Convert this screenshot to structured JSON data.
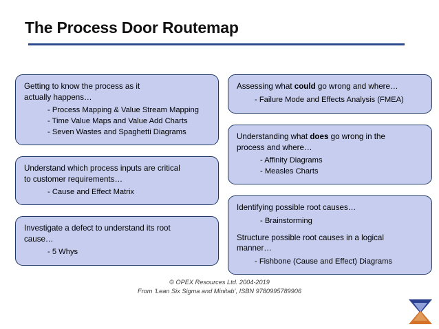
{
  "slide": {
    "title": "The Process Door Routemap",
    "accent_color": "#2e4a8e",
    "box_fill": "#c6cdee",
    "box_border": "#1f3864"
  },
  "left_column": [
    {
      "head_line1": "Getting to know the process as it",
      "head_line2": "actually happens…",
      "items": [
        "- Process Mapping & Value Stream Mapping",
        "- Time Value Maps and Value Add Charts",
        "- Seven Wastes and Spaghetti Diagrams"
      ]
    },
    {
      "head_line1": "Understand which process inputs are critical",
      "head_line2": "to customer requirements…",
      "items": [
        "- Cause and Effect Matrix"
      ]
    },
    {
      "head_line1": "Investigate a defect to understand its root",
      "head_line2": "cause…",
      "items": [
        "- 5 Whys"
      ]
    }
  ],
  "right_column": [
    {
      "head_pre": "Assessing what ",
      "head_bold": "could",
      "head_post": " go wrong and where…",
      "items": [
        "- Failure Mode and Effects Analysis (FMEA)"
      ]
    },
    {
      "head_pre": "Understanding what ",
      "head_bold": "does",
      "head_post": " go wrong in the",
      "head_line2": "process and where…",
      "items": [
        "- Affinity Diagrams",
        "- Measles Charts"
      ]
    },
    {
      "head_line1": "Identifying possible root causes…",
      "items": [
        "- Brainstorming"
      ],
      "sub_line1": "Structure possible root causes in a logical",
      "sub_line2": "manner…",
      "sub_items": [
        "- Fishbone (Cause and Effect) Diagrams"
      ]
    }
  ],
  "footer": {
    "line1": "© OPEX Resources Ltd. 2004-2019",
    "line2": "From ‘Lean Six Sigma and Minitab’, ISBN 9780995789906"
  },
  "logo": {
    "name": "opex-hourglass-logo",
    "top_color": "#2b3f8f",
    "bottom_color": "#d4722a",
    "inner_color": "#8fa0d8"
  }
}
